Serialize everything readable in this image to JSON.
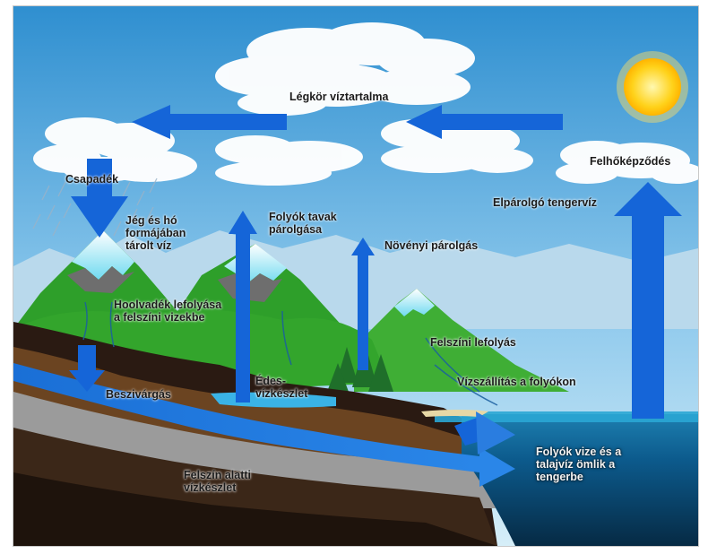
{
  "labels": {
    "atmosphere": "Légkör víztartalma",
    "cloud_formation": "Felhőképződés",
    "precipitation": "Csapadék",
    "snow_ice": "Jég és hó formájában tárolt víz",
    "river_lake_evap": "Folyók tavak párolgása",
    "plant_transpiration": "Növényi párolgás",
    "sea_evaporation": "Elpárolgó tengervíz",
    "snowmelt": "Hoolvadék lefolyása a felszíni vizekbe",
    "surface_runoff": "Felszíni lefolyás",
    "freshwater": "Édes-vízkészlet",
    "river_return": "Vízszállítás a folyókon",
    "infiltration": "Beszivárgás",
    "groundwater": "Felszín alatti vízkészlet",
    "to_sea": "Folyók vize és a talajvíz ömlik a tengerbe"
  },
  "colors": {
    "sky_top": "#2f8fd0",
    "sky_bottom": "#cde9f6",
    "arrow": "#1565d8",
    "sea": "#0a4f7c",
    "grass": "#2fa82a",
    "soil": "#6b4421",
    "sun": "#ffd21a"
  }
}
